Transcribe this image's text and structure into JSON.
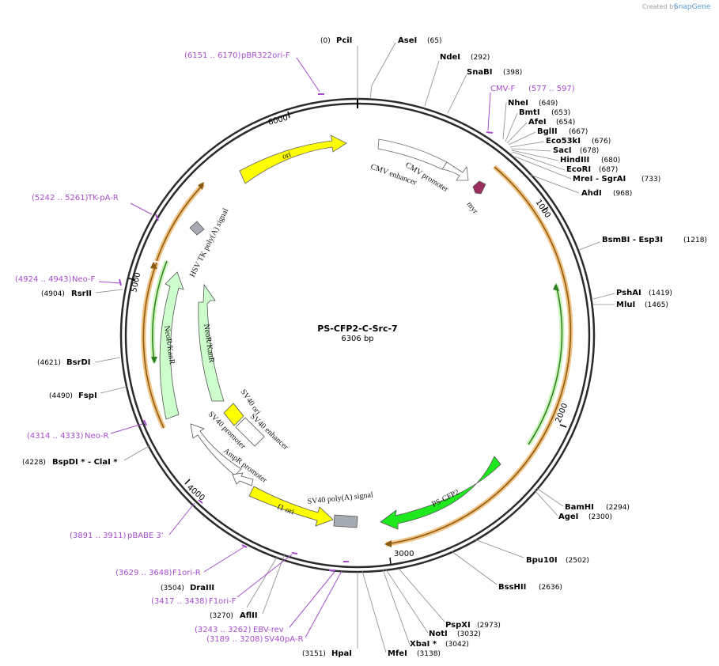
{
  "credit": {
    "prefix": "Created by",
    "brand": "SnapGene"
  },
  "plasmid": {
    "name": "PS-CFP2-C-Src-7",
    "size_label": "6306 bp"
  },
  "ticks": [
    "1000",
    "2000",
    "3000",
    "4000",
    "5000",
    "6000"
  ],
  "features": [
    {
      "label": "ori",
      "color": "#ffff00"
    },
    {
      "label": "CMV enhancer",
      "color": "#ffffff"
    },
    {
      "label": "CMV promoter",
      "color": "#ffffff"
    },
    {
      "label": "myr",
      "color": "#9b2d5f"
    },
    {
      "label": "HSV TK poly(A) signal",
      "color": "#a6aab2"
    },
    {
      "label": "NeoR/KanR",
      "color": "#ccffcc"
    },
    {
      "label": "NeoR/KanR",
      "color": "#ccffcc"
    },
    {
      "label": "SV40 ori",
      "color": "#ffff00"
    },
    {
      "label": "SV40 enhancer",
      "color": "#ffffff"
    },
    {
      "label": "SV40 promoter",
      "color": "#ffffff"
    },
    {
      "label": "AmpR promoter",
      "color": "#ffffff"
    },
    {
      "label": "f1 ori",
      "color": "#ffff00"
    },
    {
      "label": "SV40 poly(A) signal",
      "color": "#a6aab2"
    },
    {
      "label": "PS-CFP2",
      "color": "#1ee81e"
    }
  ],
  "enzymes_left": [
    {
      "name": "PciI",
      "pos": "(0)"
    },
    {
      "name": "RsrII",
      "pos": "(4904)"
    },
    {
      "name": "BsrDI",
      "pos": "(4621)"
    },
    {
      "name": "FspI",
      "pos": "(4490)"
    },
    {
      "name": "BspDI * - ClaI *",
      "pos": "(4228)"
    },
    {
      "name": "DraIII",
      "pos": "(3504)"
    },
    {
      "name": "AflII",
      "pos": "(3270)"
    },
    {
      "name": "HpaI",
      "pos": "(3151)"
    }
  ],
  "enzymes_right": [
    {
      "name": "AseI",
      "pos": "(65)"
    },
    {
      "name": "NdeI",
      "pos": "(292)"
    },
    {
      "name": "SnaBI",
      "pos": "(398)"
    },
    {
      "name": "NheI",
      "pos": "(649)"
    },
    {
      "name": "BmtI",
      "pos": "(653)"
    },
    {
      "name": "AfeI",
      "pos": "(654)"
    },
    {
      "name": "BglII",
      "pos": "(667)"
    },
    {
      "name": "Eco53kI",
      "pos": "(676)"
    },
    {
      "name": "SacI",
      "pos": "(678)"
    },
    {
      "name": "HindIII",
      "pos": "(680)"
    },
    {
      "name": "EcoRI",
      "pos": "(687)"
    },
    {
      "name": "MreI - SgrAI",
      "pos": "(733)"
    },
    {
      "name": "AhdI",
      "pos": "(968)"
    },
    {
      "name": "BsmBI - Esp3I",
      "pos": "(1218)"
    },
    {
      "name": "PshAI",
      "pos": "(1419)"
    },
    {
      "name": "MluI",
      "pos": "(1465)"
    },
    {
      "name": "BamHI",
      "pos": "(2294)"
    },
    {
      "name": "AgeI",
      "pos": "(2300)"
    },
    {
      "name": "Bpu10I",
      "pos": "(2502)"
    },
    {
      "name": "BssHII",
      "pos": "(2636)"
    },
    {
      "name": "PspXI",
      "pos": "(2973)"
    },
    {
      "name": "NotI",
      "pos": "(3032)"
    },
    {
      "name": "XbaI *",
      "pos": "(3042)"
    },
    {
      "name": "MfeI",
      "pos": "(3138)"
    }
  ],
  "primers": [
    {
      "name": "pBR322ori-F",
      "range": "(6151 .. 6170)"
    },
    {
      "name": "CMV-F",
      "range": "(577 .. 597)"
    },
    {
      "name": "TK-pA-R",
      "range": "(5242 .. 5261)"
    },
    {
      "name": "Neo-F",
      "range": "(4924 .. 4943)"
    },
    {
      "name": "Neo-R",
      "range": "(4314 .. 4333)"
    },
    {
      "name": "pBABE 3'",
      "range": "(3891 .. 3911)"
    },
    {
      "name": "F1ori-R",
      "range": "(3629 .. 3648)"
    },
    {
      "name": "F1ori-F",
      "range": "(3417 .. 3438)"
    },
    {
      "name": "EBV-rev",
      "range": "(3243 .. 3262)"
    },
    {
      "name": "SV40pA-R",
      "range": "(3189 .. 3208)"
    }
  ],
  "colors": {
    "backbone": "#2b2b2b",
    "primer": "#a64dcc",
    "orf_outline": "#f0c080",
    "orf_line": "#8a5a10",
    "green_line": "#2e7d1e"
  }
}
